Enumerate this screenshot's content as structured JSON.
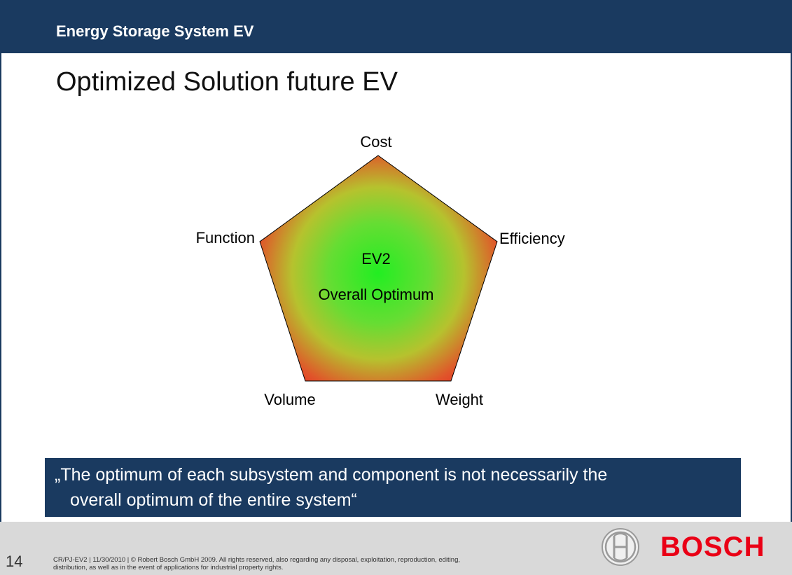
{
  "header": {
    "section_title": "Energy Storage System EV"
  },
  "slide": {
    "title": "Optimized Solution future EV"
  },
  "diagram": {
    "vertices": [
      "Cost",
      "Efficiency",
      "Weight",
      "Volume",
      "Function"
    ],
    "center_line1": "EV2",
    "center_line2": "Overall Optimum",
    "colors": {
      "center": "#22ee22",
      "middle": "#99cc33",
      "edge": "#e82a24",
      "outline": "#000000"
    }
  },
  "quote": {
    "line1": "„The optimum of each subsystem and component is not necessarily the",
    "line2": "overall optimum of the entire system“"
  },
  "footer": {
    "page_number": "14",
    "line1": "CR/PJ-EV2 | 11/30/2010 | © Robert Bosch GmbH 2009. All rights reserved, also regarding any disposal, exploitation, reproduction, editing,",
    "line2": "distribution, as well as in the event of applications for industrial property rights.",
    "logo_text": "BOSCH",
    "logo_color": "#ea0016"
  },
  "colors": {
    "brand_navy": "#1a3a60",
    "footer_gray": "#d9d9d9"
  }
}
